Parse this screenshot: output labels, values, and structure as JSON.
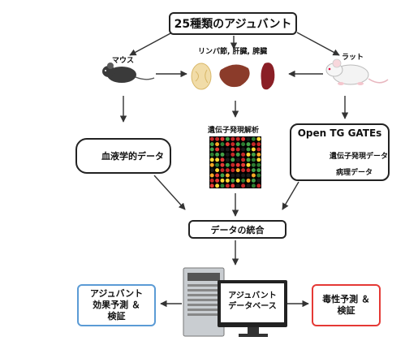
{
  "title": "25種類のアジュバント",
  "species": {
    "mouse": "マウス",
    "rat": "ラット"
  },
  "organs_label": "リンパ節, 肝臓, 脾臓",
  "gene_expression_label": "遺伝子発現解析",
  "blood_box": {
    "label": "血液学的データ"
  },
  "open_tg_gates": {
    "title": "Open TG GATEs",
    "item1": "遺伝子発現データ",
    "item2": "病理データ"
  },
  "integration_label": "データの統合",
  "database_label": [
    "アジュバント",
    "データベース"
  ],
  "effect_box": [
    "アジュバント",
    "効果予測 ＆",
    "検証"
  ],
  "toxicity_box": [
    "毒性予測 ＆",
    "検証"
  ],
  "colors": {
    "effect_border": "#5b9bd5",
    "toxicity_border": "#e53935",
    "blood_drop": "#b71c1c",
    "db_icon": "#2f4f7f",
    "arrow": "#333333"
  },
  "icons": [
    "mouse-icon",
    "rat-icon",
    "lymph-node-icon",
    "liver-icon",
    "spleen-icon",
    "blood-drop-icon",
    "database-icon",
    "server-icon",
    "monitor-icon",
    "microarray-icon"
  ]
}
